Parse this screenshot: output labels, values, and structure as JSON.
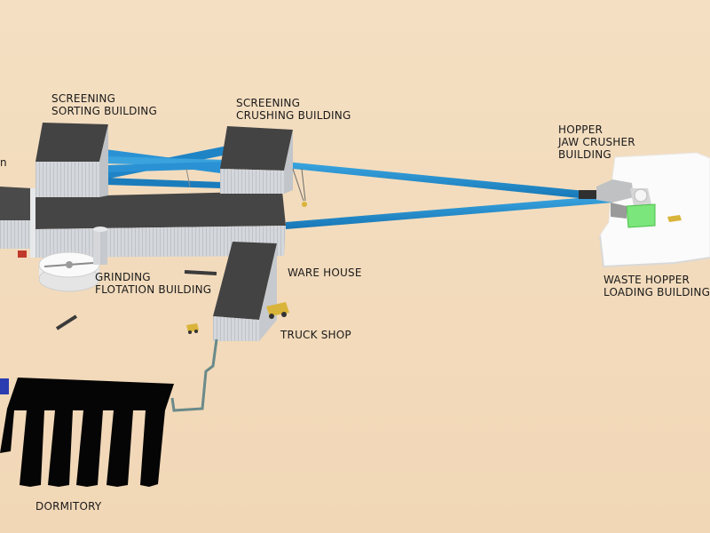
{
  "labels": {
    "screening_sorting": [
      "SCREENING",
      "SORTING BUILDING"
    ],
    "screening_crushing": [
      "SCREENING",
      "CRUSHING BUILDING"
    ],
    "hopper_jaw_crusher": [
      "HOPPER",
      "JAW CRUSHER",
      "BUILDING"
    ],
    "grinding_flotation": [
      "GRINDING",
      "FLOTATION BUILDING"
    ],
    "ware_house": "WARE HOUSE",
    "waste_hopper": [
      "WASTE HOPPER",
      "LOADING BUILDING"
    ],
    "truck_shop": "TRUCK SHOP",
    "dormitory": "DORMITORY",
    "cut_label": "n"
  },
  "colors": {
    "background": "#f3dcbd",
    "conveyor": "#1f8fd0",
    "roof": "#3f3f3f",
    "wall": "#d7d9dc",
    "dormitory": "#050505",
    "pad": "#fbfbfb",
    "hopper_green": "#7be67b",
    "vehicle": "#d9b43a"
  },
  "icons": [
    "truck-icon",
    "loader-icon",
    "crane-hook-icon"
  ]
}
